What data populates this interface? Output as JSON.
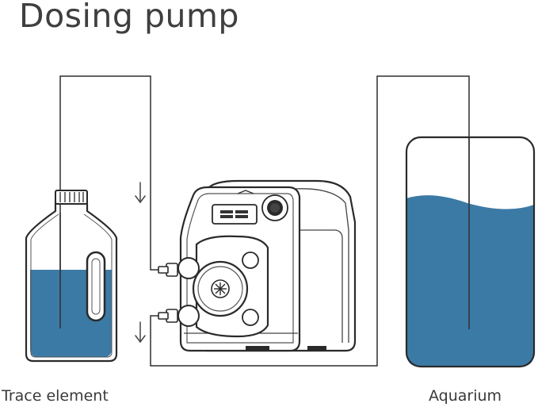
{
  "title": "Dosing pump",
  "labels": {
    "trace_element": "Trace element",
    "aquarium": "Aquarium"
  },
  "colors": {
    "water": "#3c7aa6",
    "line": "#2f2f2f",
    "pump_body": "#ffffff"
  }
}
